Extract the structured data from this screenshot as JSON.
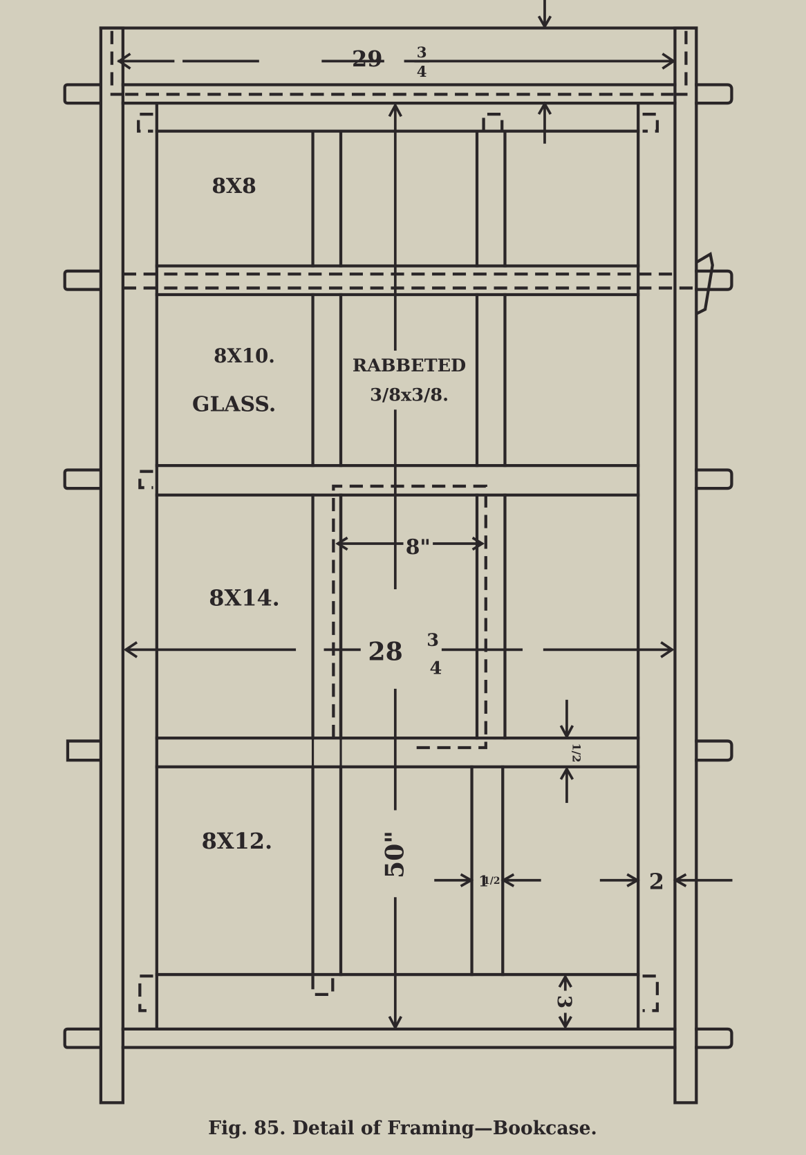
{
  "figure": {
    "caption": "Fig. 85.  Detail of Framing—Bookcase.",
    "background_color": "#d3cfbd",
    "ink_color": "#2a2628",
    "panels": [
      {
        "label": "8X8",
        "row": 1
      },
      {
        "label": "8X10.",
        "row": 2
      },
      {
        "label": "GLASS.",
        "row": 2
      },
      {
        "label": "8X14.",
        "row": 3
      },
      {
        "label": "8X12.",
        "row": 4
      }
    ],
    "notes": {
      "rabbeted_title": "RABBETED",
      "rabbeted_size": "3/8x3/8."
    },
    "dimensions": {
      "top_width_whole": "29",
      "top_width_frac_num": "3",
      "top_width_frac_den": "4",
      "inner_width_whole": "28",
      "inner_width_frac_num": "3",
      "inner_width_frac_den": "4",
      "shelf_spacing": "8\"",
      "height": "50\"",
      "mullion_width_whole": "1",
      "mullion_width_frac": "1/2",
      "stile_width": "2",
      "rail_width": "1/2",
      "bottom_rail": "3"
    }
  }
}
